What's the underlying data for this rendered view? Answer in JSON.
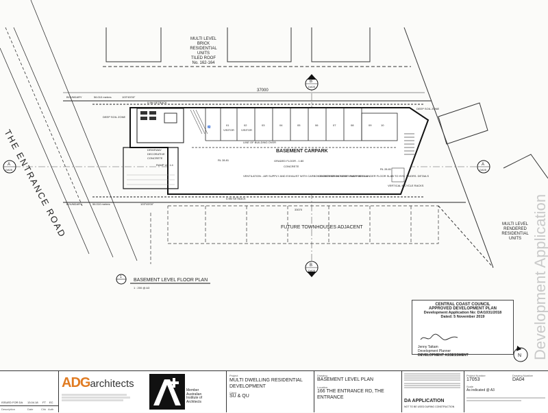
{
  "site": {
    "neighbour_top": [
      "MULTI LEVEL",
      "BRICK",
      "RESIDENTIAL",
      "UNITS",
      "TILED ROOF",
      "No. 162-164"
    ],
    "neighbour_right": [
      "MULTI LEVEL",
      "RENDERED",
      "RESIDENTIAL",
      "UNITS"
    ],
    "road": "THE ENTRANCE ROAD",
    "future": "FUTURE TOWNHOUSES ADJACENT",
    "watermark": "Development Application"
  },
  "plan": {
    "name": "BASEMENT CARPARK",
    "boundary_top": "BOUNDARY",
    "boundary_top_len": "56.010 metres",
    "boundary_top_bearing": "103°45'00\"",
    "boundary_bottom": "BOUNDARY",
    "boundary_bottom_len": "56.010 metres",
    "boundary_bottom_bearing": "103°45'00\"",
    "dim_top": "37000",
    "dim_bottom": "33070",
    "setback_top": "0.9M SETBACK",
    "setback_bottom": "0.9M SETBACK",
    "driveway": [
      "DRIVEWAY",
      "DECORATIVE",
      "CONCRETE"
    ],
    "ramp": "RAMP UP 1:4",
    "ground_floor": "GRADED FLOOR - 1:80",
    "concrete": "CONCRETE",
    "vent_note": "VENTILATION - AIR SUPPLY AND EXHAUST WITH CARBON MONOXIDE MONITOR AND VSD FAN",
    "od_note": "OD DETENTION TANK / PUMP WELL UNDER FLOOR SLAB TO HYD. ENGRS. DETAILS",
    "gate_note": "LINE OF BUILDING OVER",
    "bicycle": "VERTICAL BICYCLE RACKS",
    "rl_left": "RL 28.81",
    "rl_right": "RL 28.81",
    "spaces": [
      "01",
      "02",
      "03",
      "04",
      "05",
      "06",
      "07",
      "08",
      "09",
      "10"
    ],
    "visitor": "VISITOR",
    "deep_soil": "DEEP SOIL ZONE",
    "section_a": "A",
    "section_b": "B",
    "section_ref": "DA05"
  },
  "caption": {
    "number": "1",
    "title": "BASEMENT LEVEL FLOOR PLAN",
    "scale": "1 : 200 @ A3"
  },
  "council": {
    "line1": "CENTRAL COAST COUNCIL",
    "line2": "APPROVED DEVELOPMENT PLAN",
    "line3": "Development Application No:  DA/1031/2018",
    "line4": "Dated:  5 November 2019",
    "signer": "Jenny Tattam",
    "signer_role": "Development Planner",
    "dept": "DEVELOPMENT ASSESSMENT"
  },
  "titleblock": {
    "firm_a": "ADG",
    "firm_b": "architects",
    "aia": [
      "Member",
      "Australian",
      "Institute of",
      "Architects"
    ],
    "project_label": "Project",
    "project": "MULTI DWELLING RESIDENTIAL DEVELOPMENT",
    "client_label": "Client",
    "client": "SU & QU",
    "drawing_label": "Drawing",
    "drawing": "BASEMENT LEVEL PLAN",
    "location_label": "Location",
    "location": "166 THE ENTRANCE RD, THE ENTRANCE",
    "status": "DA APPLICATION",
    "status_sub": "NOT TO BE USED DURING CONSTRUCTION",
    "project_no_label": "Project Number",
    "project_no": "17053",
    "drawing_no_label": "Drawing Number",
    "drawing_no": "DA04",
    "scale_label": "Scale",
    "scale": "As indicated @ A3",
    "issue": "ISSUED FOR DA",
    "issue_date": "13.04.18",
    "issue_by": "FT",
    "issue_chk": "EC",
    "rev_headers": [
      "Description",
      "Date",
      "Chk",
      "Auth"
    ],
    "north": "N"
  }
}
